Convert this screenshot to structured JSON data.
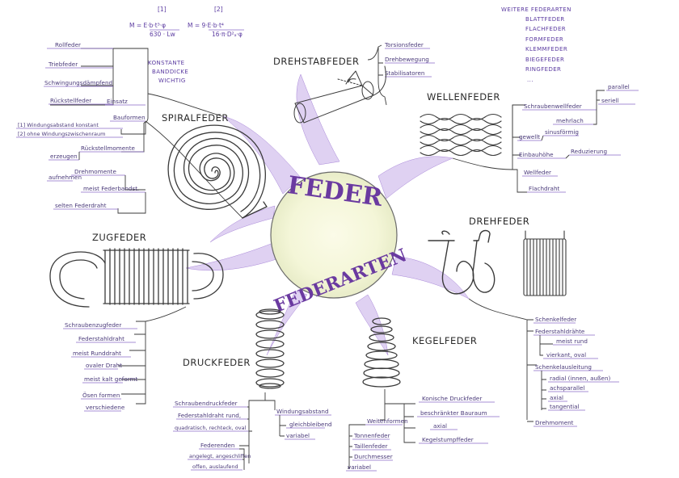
{
  "center": {
    "top": "FEDER",
    "bottom": "FEDERARTEN"
  },
  "formulas": {
    "f1_idx": "[1]",
    "f1_main": "M = E·b·t³·φ",
    "f1_den": "630 · Lw",
    "f2_idx": "[2]",
    "f2_main": "M = 9·E·b·t⁴",
    "f2_den": "16·π·D²ₐ·φ"
  },
  "constant": [
    "KONSTANTE",
    "BANDDICKE",
    "WICHTIG"
  ],
  "weitere": {
    "title": "WEITERE FEDERARTEN",
    "items": [
      "BLATTFEDER",
      "FLACHFEDER",
      "FORMFEDER",
      "KLEMMFEDER",
      "BIEGEFEDER",
      "RINGFEDER",
      "..."
    ]
  },
  "drehstab": {
    "title": "DREHSTABFEDER",
    "labels": [
      "Torsionsfeder",
      "Drehbewegung",
      "Stabilisatoren"
    ]
  },
  "spiral": {
    "title": "SPIRALFEDER",
    "labels": [
      "Rollfeder",
      "Triebfeder",
      "Schwingungsdämpfend",
      "Rückstellfeder",
      "Einsatz",
      "Bauformen",
      "[1] Windungsabstand konstant",
      "[2] ohne Windungszwischenraum",
      "Rückstellmomente",
      "erzeugen",
      "Drehmomente",
      "aufnehmen",
      "meist Federbandst.",
      "selten Federdraht"
    ]
  },
  "wellen": {
    "title": "WELLENFEDER",
    "labels": [
      "Schraubenwellfeder",
      "parallel",
      "seriell",
      "mehrlach",
      "gewellt",
      "sinusförmig",
      "Einbauhöhe",
      "Reduzierung",
      "Wellfeder",
      "Flachdraht"
    ]
  },
  "dreh": {
    "title": "DREHFEDER",
    "labels": [
      "Schenkelfeder",
      "Federstahldrähte",
      "meist rund",
      "vierkant, oval",
      "Schenkelausleitung",
      "radial (innen, außen)",
      "achsparallel",
      "axial",
      "tangential",
      "Drehmoment"
    ]
  },
  "zug": {
    "title": "ZUGFEDER",
    "labels": [
      "Schraubenzugfeder",
      "Federstahldraht",
      "meist Runddraht",
      "ovaler Draht",
      "meist kalt geformt",
      "Ösen formen",
      "verschiedene"
    ]
  },
  "druck": {
    "title": "DRUCKFEDER",
    "labels": [
      "Schraubendruckfeder",
      "Federstahldraht rund,",
      "quadratisch, rechteck, oval",
      "Federenden",
      "angelegt, angeschliffen",
      "offen, auslaufend",
      "Windungsabstand",
      "gleichbleibend",
      "variabel"
    ]
  },
  "kegel": {
    "title": "KEGELFEDER",
    "labels": [
      "Konische Druckfeder",
      "beschränkter Bauraum",
      "axial",
      "Kegelstumpffeder",
      "Weitenformen",
      "Tonnenfeder",
      "Taillenfeder",
      "Durchmesser",
      "variabel"
    ]
  }
}
